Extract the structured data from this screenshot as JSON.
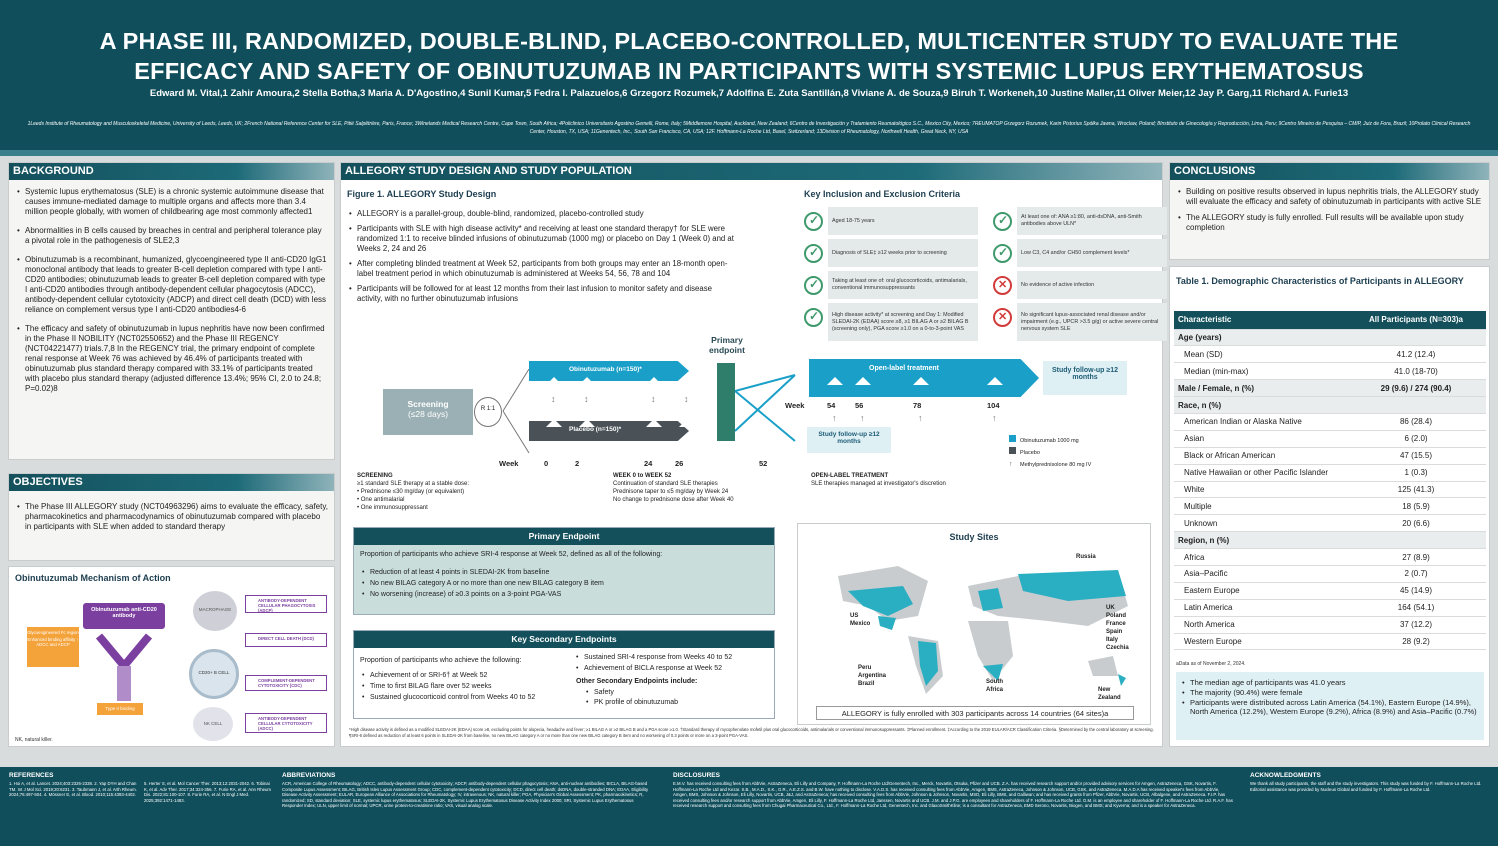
{
  "header": {
    "title": "A PHASE III, RANDOMIZED, DOUBLE-BLIND, PLACEBO-CONTROLLED, MULTICENTER STUDY TO EVALUATE THE EFFICACY AND SAFETY OF OBINUTUZUMAB IN PARTICIPANTS WITH SYSTEMIC LUPUS ERYTHEMATOSUS",
    "authors": "Edward M. Vital,1 Zahir Amoura,2 Stella Botha,3 Maria A. D'Agostino,4 Sunil Kumar,5 Fedra I. Palazuelos,6 Grzegorz Rozumek,7 Adolfina E. Zuta Santillán,8 Viviane A. de Souza,9 Biruh T. Workeneh,10 Justine Maller,11 Oliver Meier,12 Jay P. Garg,11 Richard A. Furie13",
    "affiliations": "1Leeds Institute of Rheumatology and Musculoskeletal Medicine, University of Leeds, Leeds, UK; 2French National Reference Center for SLE, Pitié Salpêtrière, Paris, France; 3Winelands Medical Research Centre, Cape Town, South Africa; 4Policlinico Universitario Agostino Gemelli, Rome, Italy; 5Middlemore Hospital, Auckland, New Zealand; 6Centro de Investigación y Tratamiento Reumatológico S.C., Mexico City, Mexico; 7REUMATOP Grzegorz Rozumek, Karin Pistorius Spółka Jawna, Wroclaw, Poland; 8Instituto de Ginecología y Reproducción, Lima, Peru; 9Centro Mineiro de Pesquisa – CMIP, Juiz de Fora, Brazil; 10Prolato Clinical Research Center, Houston, TX, USA; 11Genentech, Inc., South San Francisco, CA, USA; 12F. Hoffmann-La Roche Ltd, Basel, Switzerland; 13Division of Rheumatology, Northwell Health, Great Neck, NY, USA"
  },
  "background": {
    "heading": "BACKGROUND",
    "items": [
      "Systemic lupus erythematosus (SLE) is a chronic systemic autoimmune disease that causes immune-mediated damage to multiple organs and affects more than 3.4 million people globally, with women of childbearing age most commonly affected1",
      "Abnormalities in B cells caused by breaches in central and peripheral tolerance play a pivotal role in the pathogenesis of SLE2,3",
      "Obinutuzumab is a recombinant, humanized, glycoengineered type II anti-CD20 IgG1 monoclonal antibody that leads to greater B-cell depletion compared with type I anti-CD20 antibodies; obinutuzumab leads to greater B-cell depletion compared with type I anti-CD20 antibodies through antibody-dependent cellular phagocytosis (ADCC), antibody-dependent cellular cytotoxicity (ADCP) and direct cell death (DCD) with less reliance on complement versus type I anti-CD20 antibodies4-6",
      "The efficacy and safety of obinutuzumab in lupus nephritis have now been confirmed in the Phase II NOBILITY (NCT02550652) and the Phase III REGENCY (NCT04221477) trials.7,8 In the REGENCY trial, the primary endpoint of complete renal response at Week 76 was achieved by 46.4% of participants treated with obinutuzumab plus standard therapy compared with 33.1% of participants treated with placebo plus standard therapy (adjusted difference 13.4%; 95% CI, 2.0 to 24.8; P=0.02)8"
    ]
  },
  "objectives": {
    "heading": "OBJECTIVES",
    "text": "The Phase III ALLEGORY study (NCT04963296) aims to evaluate the efficacy, safety, pharmacokinetics and pharmacodynamics of obinutuzumab compared with placebo in participants with SLE when added to standard therapy"
  },
  "mechanism": {
    "title": "Obinutuzumab Mechanism of Action",
    "drug": "Obinutuzumab anti-CD20 antibody",
    "glyco": "Glycoengineered Fc region",
    "glyco_sub": "Enhanced binding affinity ↑ ADCC and ADCP",
    "type2": "Type II binding",
    "macrophage": "MACROPHAGE",
    "bcell": "CD20+ B CELL",
    "nkcell": "NK CELL",
    "adcp": "ANTIBODY-DEPENDENT CELLULAR PHAGOCYTOSIS (ADCP)",
    "dcd": "DIRECT CELL DEATH (DCD)",
    "cdc": "COMPLEMENT-DEPENDENT CYTOTOXICITY (CDC)",
    "adcc": "ANTIBODY-DEPENDENT CELLULAR CYTOTOXICITY (ADCC)",
    "footnote": "NK, natural killer."
  },
  "design": {
    "heading": "ALLEGORY STUDY DESIGN AND STUDY POPULATION",
    "fig_title": "Figure 1. ALLEGORY Study Design",
    "items": [
      "ALLEGORY is a parallel-group, double-blind, randomized, placebo-controlled study",
      "Participants with SLE with high disease activity* and receiving at least one standard therapy† for SLE were randomized 1:1 to receive blinded infusions of obinutuzumab (1000 mg) or placebo on Day 1 (Week 0) and at Weeks 2, 24 and 26",
      "After completing blinded treatment at Week 52, participants from both groups may enter an 18-month open-label treatment period in which obinutuzumab is administered at Weeks 54, 56, 78 and 104",
      "Participants will be followed for at least 12 months from their last infusion to monitor safety and disease activity, with no further obinutuzumab infusions"
    ],
    "crit_title": "Key Inclusion and Exclusion Criteria",
    "criteria": [
      {
        "text": "Aged 18-75 years",
        "ok": true
      },
      {
        "text": "At least one of: ANA ≥1:80, anti-dsDNA, anti-Smith antibodies above ULN*",
        "ok": true
      },
      {
        "text": "Diagnosis of SLE‡ ≥12 weeks prior to screening",
        "ok": true
      },
      {
        "text": "Low C3, C4 and/or CH50 complement levels*",
        "ok": true
      },
      {
        "text": "Taking at least one of: oral glucocorticoids, antimalarials, conventional immunosuppressants",
        "ok": true
      },
      {
        "text": "No evidence of active infection",
        "ok": false
      },
      {
        "text": "High disease activity* at screening and Day 1: Modified SLEDAI-2K (EDAA) score ≥8, ≥1 BILAG A or ≥2 BILAG B (screening only), PGA score ≥1.0 on a 0-to-3-point VAS",
        "ok": true
      },
      {
        "text": "No significant lupus-associated renal disease and/or impairment (e.g., UPCR >3.5 g/g) or active severe central nervous system SLE",
        "ok": false
      }
    ],
    "screening": "Screening",
    "screening_days": "(≤28 days)",
    "rand": "R 1:1",
    "obin_arm": "Obinutuzumab (n=150)*",
    "plac_arm": "Placebo (n=150)*",
    "primary": "Primary endpoint",
    "openlabel": "Open-label treatment",
    "followup1": "Study follow-up ≥12 months",
    "followup2": "Study follow-up ≥12 months",
    "week_label": "Week",
    "weeks1": [
      "0",
      "2",
      "24",
      "26",
      "52"
    ],
    "weeks2": [
      "54",
      "56",
      "78",
      "104"
    ],
    "legend": [
      "Obinutuzumab 1000 mg",
      "Placebo",
      "Methylprednisolone 80 mg IV"
    ],
    "screening_title": "SCREENING",
    "screening_text": [
      "≥1 standard SLE therapy at a stable dose:",
      "• Prednisone ≤30 mg/day (or equivalent)",
      "• One antimalarial",
      "• One immunosuppressant"
    ],
    "wk052_title": "WEEK 0 to WEEK 52",
    "wk052_text": [
      "Continuation of standard SLE therapies",
      "Prednisone taper to ≤5 mg/day by Week 24",
      "No change to prednisone dose after Week 40"
    ],
    "ol_title": "OPEN-LABEL TREATMENT",
    "ol_text": "SLE therapies managed at investigator's discretion"
  },
  "primary_endpoint": {
    "heading": "Primary Endpoint",
    "intro": "Proportion of participants who achieve SRI-4 response at Week 52, defined as all of the following:",
    "items": [
      "Reduction of at least 4 points in SLEDAI-2K from baseline",
      "No new BILAG category A or no more than one new BILAG category B item",
      "No worsening (increase) of ≥0.3 points on a 3-point PGA-VAS"
    ]
  },
  "secondary": {
    "heading": "Key Secondary Endpoints",
    "intro": "Proportion of participants who achieve the following:",
    "left": [
      "Achievement of or SRI-6† at Week 52",
      "Time to first BILAG flare over 52 weeks",
      "Sustained glucocorticoid control from Weeks 40 to 52"
    ],
    "right": [
      "Sustained SRI-4 response from Weeks 40 to 52",
      "Achievement of BICLA response at Week 52"
    ],
    "other_title": "Other Secondary Endpoints include:",
    "other": [
      "Safety",
      "PK profile of obinutuzumab"
    ]
  },
  "sites": {
    "title": "Study Sites",
    "labels": [
      "Russia",
      "US",
      "Mexico",
      "UK",
      "Poland",
      "France",
      "Spain",
      "Italy",
      "Czechia",
      "Peru",
      "Argentina",
      "Brazil",
      "South Africa",
      "New Zealand"
    ],
    "caption": "ALLEGORY is fully enrolled with 303 participants across 14 countries (64 sites)a"
  },
  "design_footnote": "*High disease activity is defined as a modified SLEDAI-2K (EDAA) score ≥8, excluding points for alopecia, headache and fever; ≥1 BILAG A or ≥2 BILAG B and a PGA score ≥1.0. †Standard therapy of mycophenolate mofetil plus oral glucocorticoids, antimalarials or conventional immunosuppressants. ‡Planned enrollment. ‡According to the 2019 EULAR/ACR Classification Criteria. §Determined by the central laboratory at screening. ¶SRI-6 defined as reduction of at least 6 points in SLEDAI-2K from baseline, no new BILAG category A or no more than one new BILAG category B item and no worsening of 0.3 points or more on a 3-point PGA-VAS.",
  "conclusions": {
    "heading": "CONCLUSIONS",
    "items": [
      "Building on positive results observed in lupus nephritis trials, the ALLEGORY study will evaluate the efficacy and safety of obinutuzumab in participants with active SLE",
      "The ALLEGORY study is fully enrolled. Full results will be available upon study completion"
    ]
  },
  "table": {
    "title": "Table 1. Demographic Characteristics of Participants in ALLEGORY",
    "col1": "Characteristic",
    "col2": "All Participants (N=303)a",
    "rows": [
      {
        "label": "Age (years)",
        "value": "",
        "sec": true
      },
      {
        "label": "Mean (SD)",
        "value": "41.2 (12.4)",
        "ind": true
      },
      {
        "label": "Median (min-max)",
        "value": "41.0 (18-70)",
        "ind": true
      },
      {
        "label": "Male / Female, n (%)",
        "value": "29 (9.6) / 274 (90.4)",
        "sec": true
      },
      {
        "label": "Race, n (%)",
        "value": "",
        "sec": true
      },
      {
        "label": "American Indian or Alaska Native",
        "value": "86 (28.4)",
        "ind": true
      },
      {
        "label": "Asian",
        "value": "6 (2.0)",
        "ind": true
      },
      {
        "label": "Black or African American",
        "value": "47 (15.5)",
        "ind": true
      },
      {
        "label": "Native Hawaiian or other Pacific Islander",
        "value": "1 (0.3)",
        "ind": true
      },
      {
        "label": "White",
        "value": "125 (41.3)",
        "ind": true
      },
      {
        "label": "Multiple",
        "value": "18 (5.9)",
        "ind": true
      },
      {
        "label": "Unknown",
        "value": "20 (6.6)",
        "ind": true
      },
      {
        "label": "Region, n (%)",
        "value": "",
        "sec": true
      },
      {
        "label": "Africa",
        "value": "27 (8.9)",
        "ind": true
      },
      {
        "label": "Asia–Pacific",
        "value": "2 (0.7)",
        "ind": true
      },
      {
        "label": "Eastern Europe",
        "value": "45 (14.9)",
        "ind": true
      },
      {
        "label": "Latin America",
        "value": "164 (54.1)",
        "ind": true
      },
      {
        "label": "North America",
        "value": "37 (12.2)",
        "ind": true
      },
      {
        "label": "Western Europe",
        "value": "28 (9.2)",
        "ind": true
      }
    ],
    "footnote": "aData as of November 2, 2024.",
    "summary": [
      "The median age of participants was 41.0 years",
      "The majority (90.4%) were female",
      "Participants were distributed across Latin America (54.1%), Eastern Europe (14.9%), North America (12.2%), Western Europe (9.2%), Africa (8.9%) and Asia–Pacific (0.7%)"
    ]
  },
  "footer": {
    "ref_title": "REFERENCES",
    "ref_col1": "1. Hoi A, et al. Lancet. 2024;403:2326-2338. 2. Yap DYH and Chan TM. Int J Mol Sci. 2019;20:6231. 3. Taubmann J, et al. Arth Rheum. 2024;76:497-504. 4. Mössner E, et al. Blood. 2010;115:4393-4402.",
    "ref_col2": "5. Herter S, et al. Mol Cancer Ther. 2013;12:2031-2042. 6. Tobinai K, et al. Adv Ther. 2017;34:324-356. 7. Furie RA, et al. Ann Rheum Dis. 2022;81:100-107. 8. Furie RA, et al. N Engl J Med. 2025;392:1471-1483.",
    "abbr_title": "ABBREVIATIONS",
    "abbr": "ACR, American College of Rheumatology; ADCC, antibody-dependent cellular cytotoxicity; ADCP, antibody-dependent cellular phagocytosis; ANA, anti-nuclear antibodies; BICLA, BILAG-based Composite Lupus Assessment; BILAG, British Isles Lupus Assessment Group; CDC, complement-dependent cytotoxicity; DCD, direct cell death; dsDNA, double-stranded DNA; EDAA, Eligibility Disease Activity Assessment; EULAR, European Alliance of Associations for Rheumatology; IV, intravenous; NK, natural killer; PGA, Physician's Global Assessment; PK, pharmacokinetics; R, randomized; SD, standard deviation; SLE, systemic lupus erythematosus; SLEDAI-2K, Systemic Lupus Erythematosus Disease Activity Index 2000; SRI, Systemic Lupus Erythematosus Responder Index; ULN, upper limit of normal; UPCR, urine protein-to-creatinine ratio; VAS, visual analog scale.",
    "disc_title": "DISCLOSURES",
    "disc": "E.M.V. has received consulting fees from AbbVie, AstraZeneca, Eli Lilly and Company, F. Hoffmann-La Roche Ltd/Genentech, Inc., Merck, Novartis, Otsuka, Pfizer and UCB. Z.A. has received research support and/or provided advisory services for Amgen, AstraZeneca, GSK, Novartis, F. Hoffmann-La Roche Ltd and Kezar. S.B., M.A.D., S.K., G.R., A.E.Z.S. and B.W. have nothing to disclose. V.A.D.S. has received consulting fees from AbbVie, Amgen, BMS, AstraZeneca, Johnson & Johnson, UCB, GSK, and AstraZeneca. M.A.D.A has received speaker's fees from AbbVie, Amgen, BMS, Johnson & Johnson, Eli Lilly, Novartis, UCB, J&J, and AstraZeneca; has received consulting fees from AbbVie, Johnson & Johnson, Novartis, MSD, Eli Lilly, BMS, and Galliwan; and has received grants from Pfizer, AbbVie, Novartis, UCB, Albalgene, and AstraZeneca. F.I.P. has received consulting fees and/or research support from AbbVie, Amgen, Eli Lilly, F. Hoffmann-La Roche Ltd, Janssen, Novartis and UCB. J.M. and J.P.G. are employees and shareholders of F. Hoffmann-La Roche Ltd. O.M. is an employee and shareholder of F. Hoffmann-La Roche Ltd. R.A.F. has received research support and consulting fees from Chugai Pharmaceutical Co., Ltd., F. Hoffmann-La Roche Ltd, Genentech, Inc. and GlaxoSmithKline; is a consultant for AstraZeneca, EMD Serono, Novartis, Biogen, and BMS; and Kyverna; and is a speaker for AstraZeneca.",
    "ack_title": "ACKNOWLEDGMENTS",
    "ack": "We thank all study participants, the staff and the study investigators. This study was funded by F. Hoffmann-La Roche Ltd. Editorial assistance was provided by Nucleus Global and funded by F. Hoffmann-La Roche Ltd."
  },
  "colors": {
    "header": "#104e5b",
    "accent": "#1aa0c8",
    "teal": "#14505c",
    "placebo": "#4a5257",
    "primary_bar": "#2f7d6b"
  }
}
